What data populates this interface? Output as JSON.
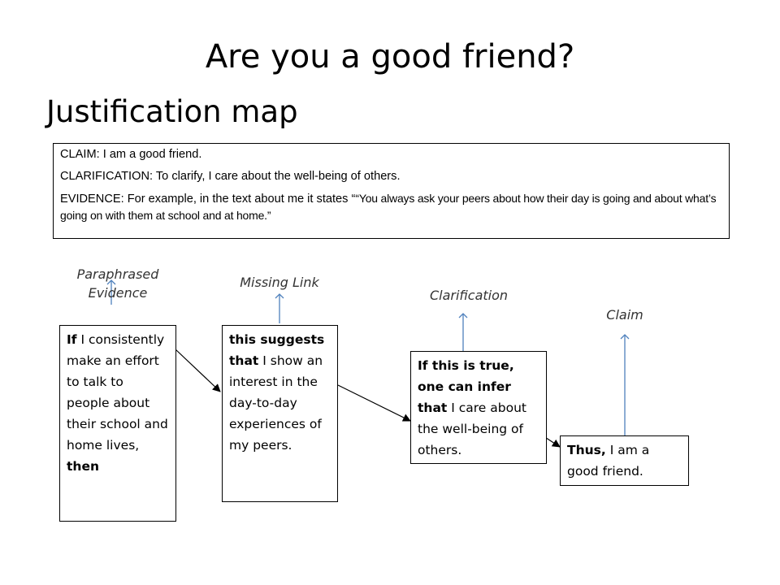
{
  "title": "Are you a good friend?",
  "subtitle": "Justification map",
  "claim_box": {
    "claim": "CLAIM: I am a good friend.",
    "clarification": "CLARIFICATION: To clarify, I care about the well-being of others.",
    "evidence_intro": "EVIDENCE: For example, in the text about me it states “",
    "evidence_quote": "“You always ask your peers about how their day is going and about what’s going on with them at school and at home.”"
  },
  "labels": {
    "paraphrased_evidence": "Paraphrased Evidence",
    "missing_link": "Missing Link",
    "clarification": "Clarification",
    "claim": "Claim"
  },
  "boxes": {
    "evidence": {
      "bold_start": "If",
      "text": " I consistently make an effort to talk to people about their school and home lives, ",
      "bold_end": "then"
    },
    "missing_link": {
      "bold": "this suggests that",
      "text": " I show an interest in the day-to-day experiences of my peers."
    },
    "clarification": {
      "bold": "If this is true, one can infer that",
      "text": " I care about the well-being of others."
    },
    "claim": {
      "bold": "Thus,",
      "text": " I am a good friend."
    }
  },
  "colors": {
    "up_arrow": "#4f81bd",
    "connector": "#000000"
  }
}
